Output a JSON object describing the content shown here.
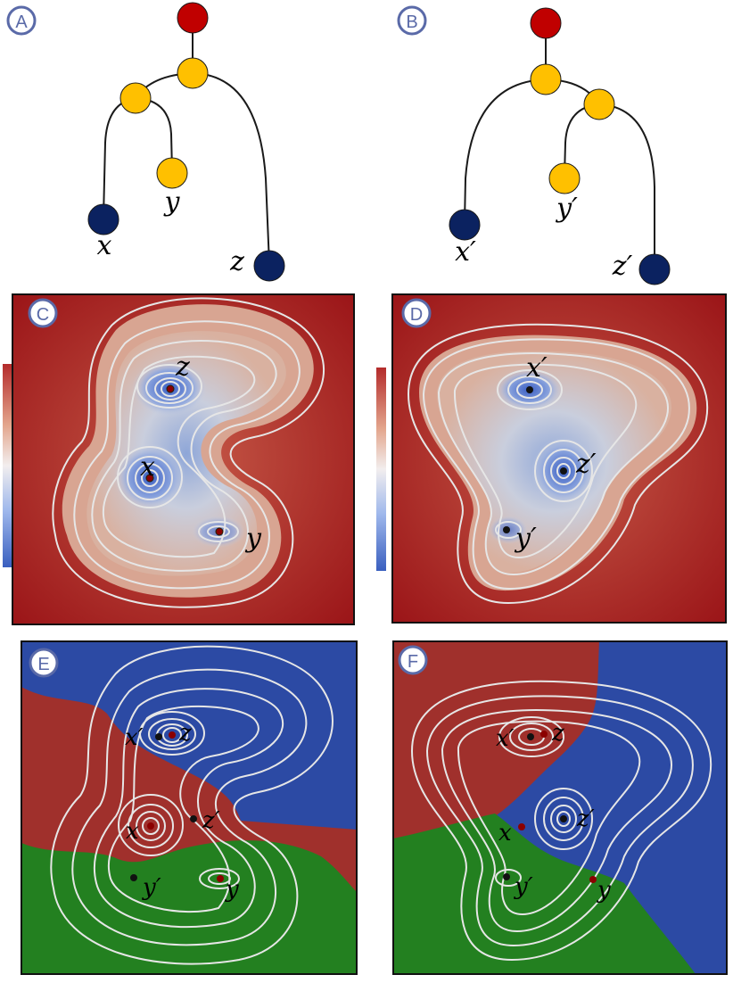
{
  "panels": [
    {
      "id": "A",
      "label": "A"
    },
    {
      "id": "B",
      "label": "B"
    },
    {
      "id": "C",
      "label": "C"
    },
    {
      "id": "D",
      "label": "D"
    },
    {
      "id": "E",
      "label": "E"
    },
    {
      "id": "F",
      "label": "F"
    }
  ],
  "tree_a": {
    "leaf_x": "x",
    "leaf_y": "y",
    "leaf_z": "z"
  },
  "tree_b": {
    "leaf_x": "x′",
    "leaf_y": "y′",
    "leaf_z": "z′"
  },
  "field_c": {
    "min_x": "x",
    "min_y": "y",
    "min_z": "z"
  },
  "field_d": {
    "min_x": "x′",
    "min_y": "y′",
    "min_z": "z′"
  },
  "overlay_e": {
    "x": "x",
    "y": "y",
    "z": "z",
    "xp": "x′",
    "yp": "y′",
    "zp": "z′"
  },
  "overlay_f": {
    "x": "x",
    "y": "y",
    "z": "z",
    "xp": "x′",
    "yp": "y′",
    "zp": "z′"
  },
  "colors": {
    "root_node": "#c00000",
    "saddle_node": "#ffc000",
    "leaf_node": "#0b2260",
    "field_high": "#9e1418",
    "field_low": "#3a5fbf",
    "region_red": "#a0302c",
    "region_blue": "#2c4aa4",
    "region_green": "#238020",
    "contour": "#e6e6e6",
    "badge": "#5a6aa8"
  }
}
